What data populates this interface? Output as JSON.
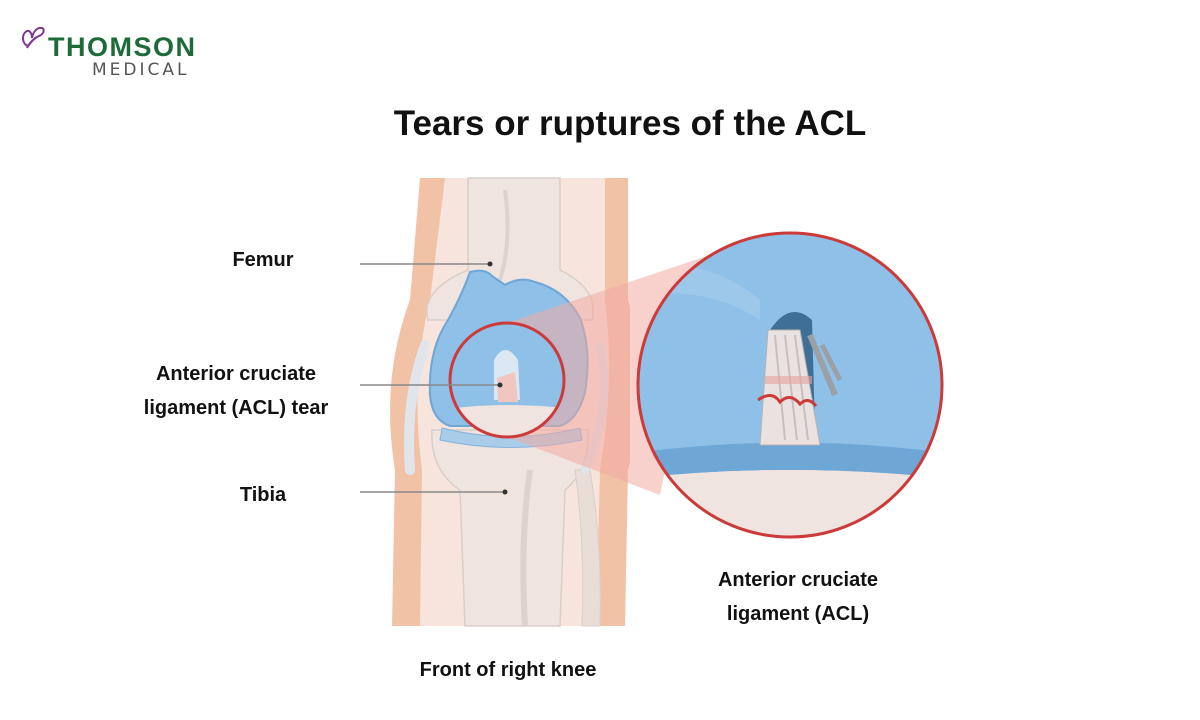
{
  "brand": {
    "name_top": "THOMSON",
    "name_bottom": "MEDICAL",
    "colors": {
      "primary": "#1e6b3a",
      "accent": "#7a3a8c"
    }
  },
  "title": "Tears or ruptures of the ACL",
  "labels": {
    "femur": "Femur",
    "acl_tear_line1": "Anterior cruciate",
    "acl_tear_line2": "ligament (ACL) tear",
    "tibia": "Tibia",
    "acl_line1": "Anterior cruciate",
    "acl_line2": "ligament (ACL)",
    "view": "Front of right knee"
  },
  "colors": {
    "skin": "#f2c2a6",
    "bone": "#efe4df",
    "cartilage": "#8fc0e8",
    "highlight": "#cc3a3a",
    "magnifier_fill": "#f2a9a3"
  }
}
